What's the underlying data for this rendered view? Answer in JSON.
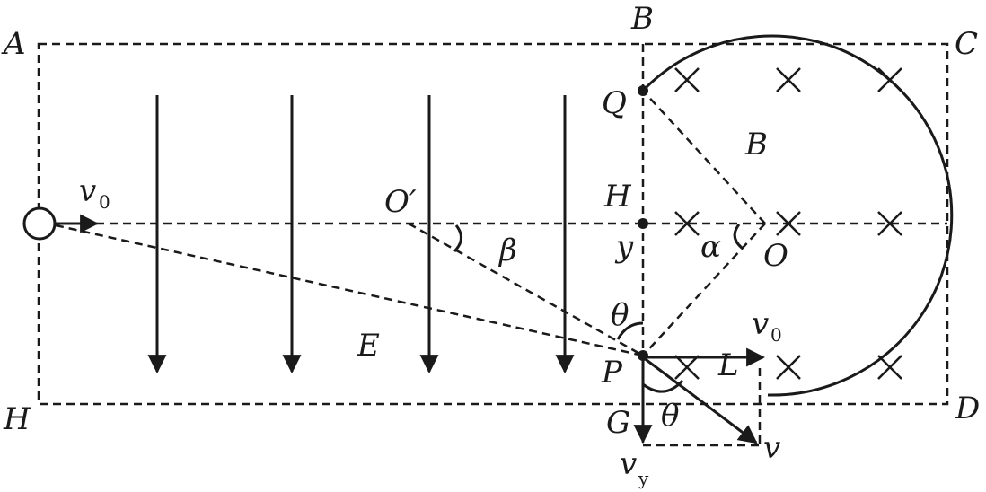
{
  "labels": {
    "A": "A",
    "B_top": "B",
    "C": "C",
    "D": "D",
    "H_bottom": "H",
    "Q": "Q",
    "H_mid": "H",
    "y": "y",
    "P": "P",
    "G": "G",
    "O": "O",
    "O_prime": "O′",
    "B_field": "B",
    "E": "E",
    "alpha": "α",
    "beta": "β",
    "theta_upper": "θ",
    "theta_lower": "θ",
    "L": "L",
    "v0_left": "v",
    "v0_left_sub": "0",
    "v0_right": "v",
    "v0_right_sub": "0",
    "v": "v",
    "vy": "v",
    "vy_sub": "y"
  },
  "colors": {
    "ink": "#1a1a1a",
    "background": "#ffffff"
  }
}
